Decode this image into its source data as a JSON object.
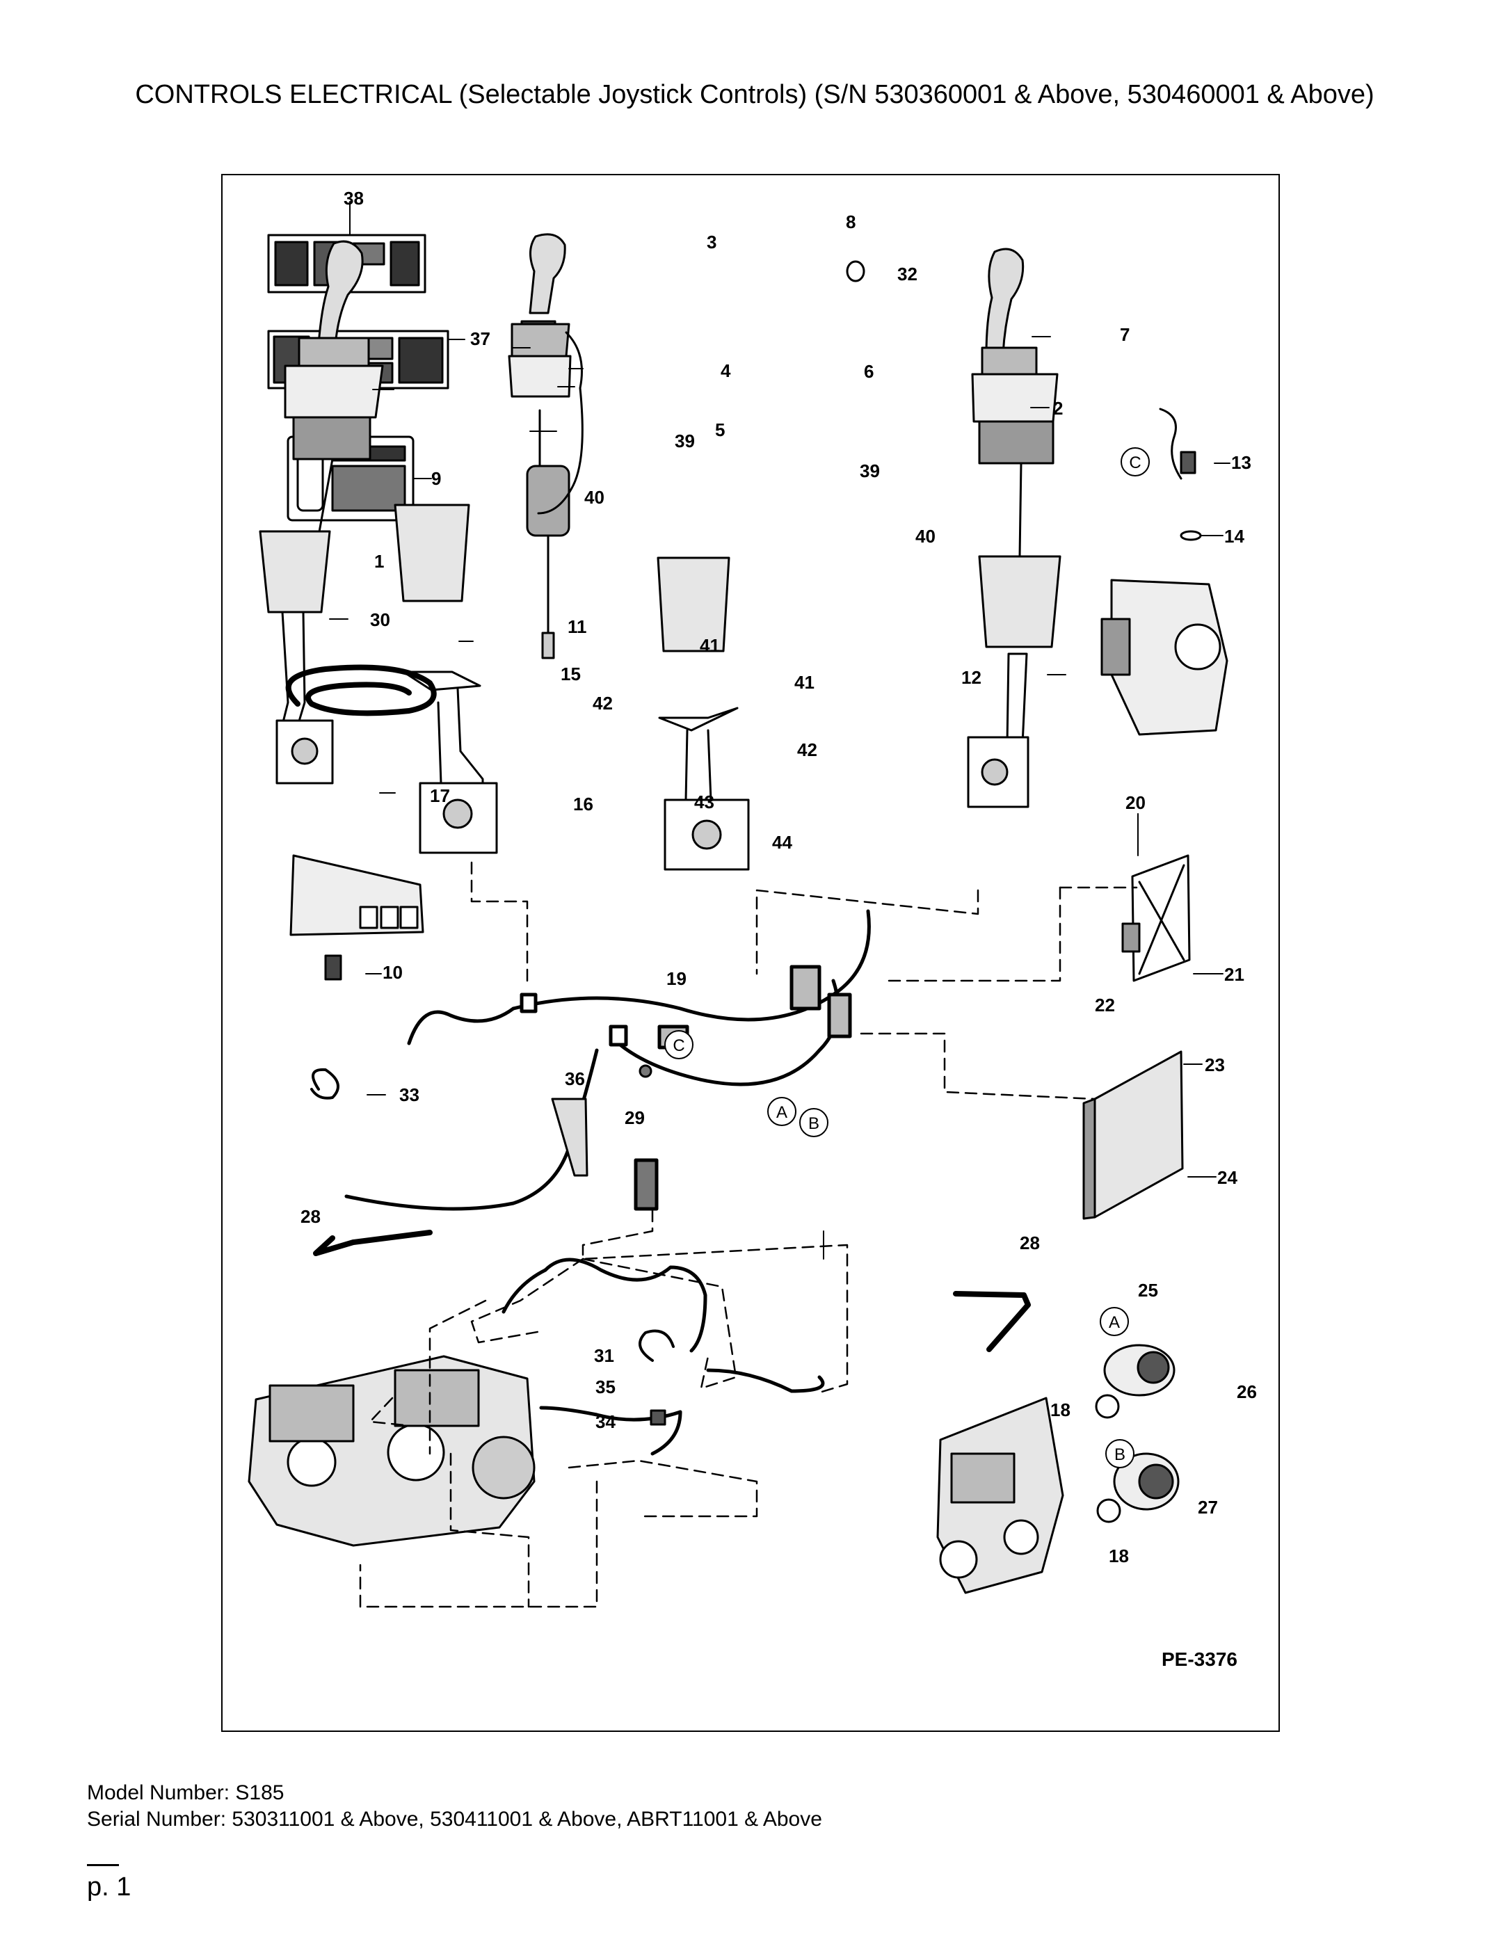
{
  "title": "CONTROLS ELECTRICAL (Selectable Joystick Controls) (S/N 530360001 & Above, 530460001 & Above)",
  "drawing_code": "PE-3376",
  "callouts": [
    "1",
    "2",
    "3",
    "4",
    "5",
    "6",
    "7",
    "8",
    "9",
    "10",
    "11",
    "12",
    "13",
    "14",
    "15",
    "16",
    "17",
    "18",
    "19",
    "20",
    "21",
    "22",
    "23",
    "24",
    "25",
    "26",
    "27",
    "28",
    "29",
    "30",
    "31",
    "32",
    "33",
    "34",
    "35",
    "36",
    "37",
    "38",
    "39",
    "40",
    "41",
    "42",
    "43",
    "44"
  ],
  "connector_labels": [
    "A",
    "B",
    "C"
  ],
  "footer": {
    "model": "Model Number: S185",
    "serial": "Serial Number: 530311001 & Above, 530411001 & Above, ABRT11001 & Above"
  },
  "page": "p. 1"
}
